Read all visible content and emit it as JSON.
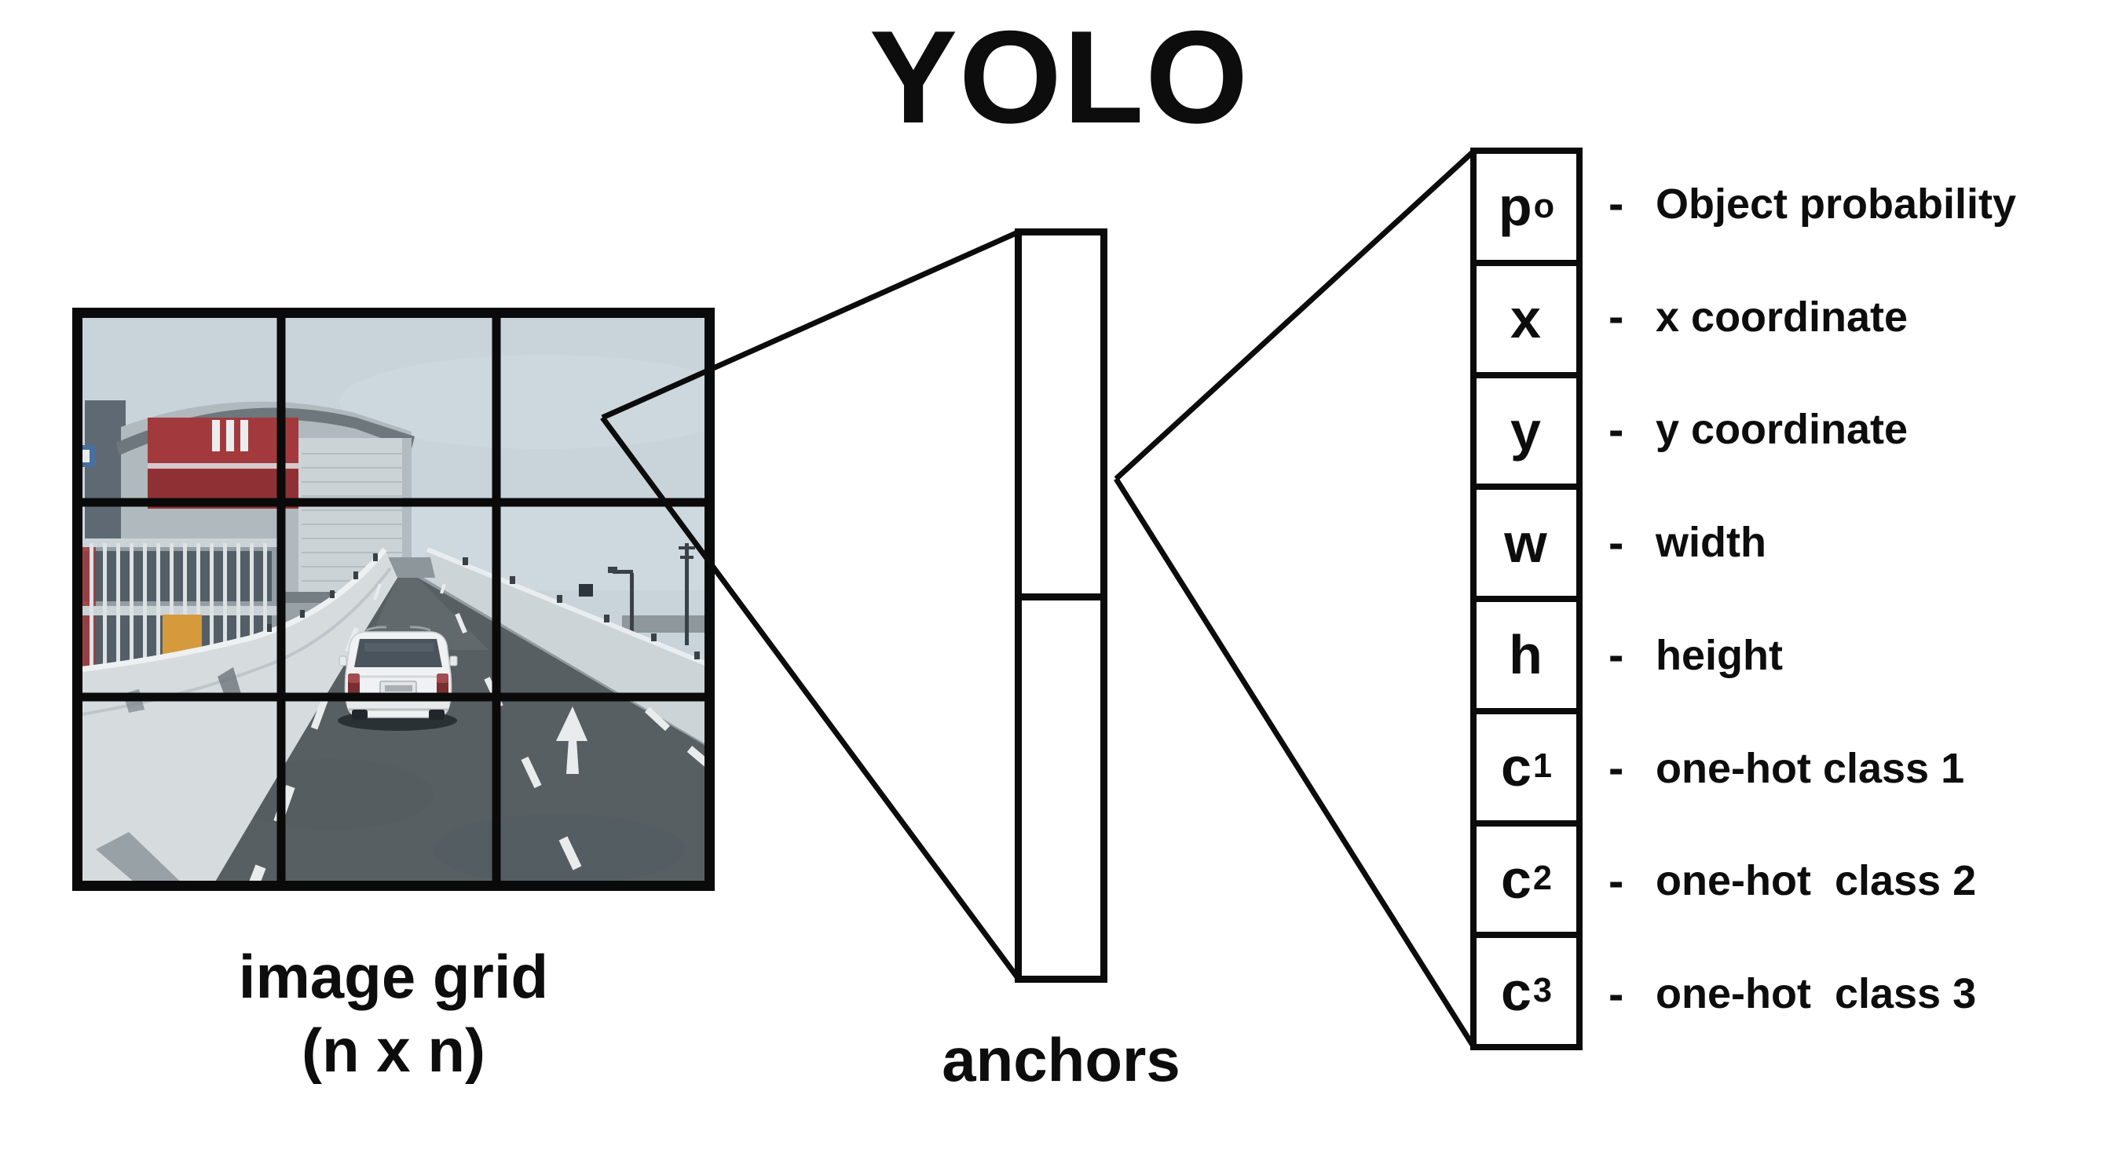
{
  "title": "YOLO",
  "image_grid": {
    "caption_line1": "image grid",
    "caption_line2": "(n x n)",
    "rows": 3,
    "cols": 3
  },
  "anchors": {
    "caption": "anchors",
    "sections": 2
  },
  "vector": {
    "separator": "-",
    "cells": [
      {
        "symbol": "p",
        "subscript": "o",
        "description": "Object probability"
      },
      {
        "symbol": "x",
        "subscript": "",
        "description": "x coordinate"
      },
      {
        "symbol": "y",
        "subscript": "",
        "description": "y coordinate"
      },
      {
        "symbol": "w",
        "subscript": "",
        "description": "width"
      },
      {
        "symbol": "h",
        "subscript": "",
        "description": "height"
      },
      {
        "symbol": "c",
        "subscript": "1",
        "description": "one-hot class 1"
      },
      {
        "symbol": "c",
        "subscript": "2",
        "description": "one-hot  class 2"
      },
      {
        "symbol": "c",
        "subscript": "3",
        "description": "one-hot  class 3"
      }
    ]
  },
  "colors": {
    "ink": "#0b0b0b",
    "background": "#ffffff",
    "sky": "#c8d4da",
    "road": "#585f63",
    "barrier": "#d6dbde",
    "building_red": "#a23a3d",
    "accent_orange": "#d59a3c",
    "car_white": "#eff1f2"
  }
}
